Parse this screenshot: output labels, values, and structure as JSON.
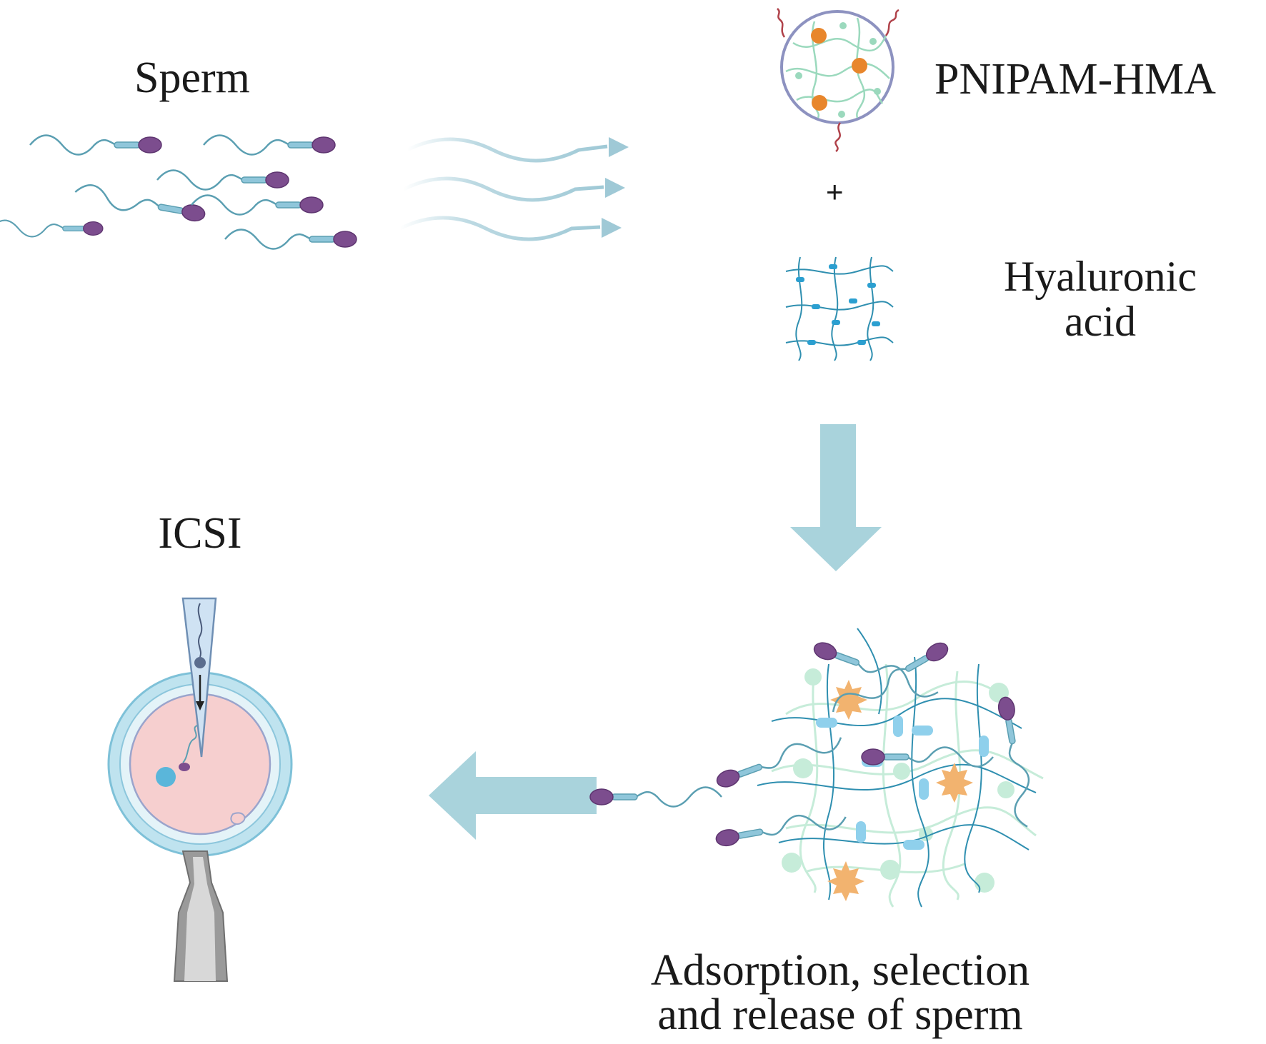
{
  "labels": {
    "sperm": "Sperm",
    "polymer": "PNIPAM-HMA",
    "plus": "+",
    "hyaluronic_line1": "Hyaluronic",
    "hyaluronic_line2": "acid",
    "icsi": "ICSI",
    "result_line1": "Adsorption, selection",
    "result_line2": "and release of sperm"
  },
  "colors": {
    "sperm_head": "#7c4d8e",
    "sperm_tail": "#5b9fb2",
    "sperm_midpiece": "#8fc6da",
    "flow_arrow": "#9fc9d6",
    "big_arrow": "#a9d3dc",
    "polymer_ring": "#8d92c0",
    "polymer_network": "#9bd9bd",
    "polymer_dot": "#e8862c",
    "polymer_tail": "#b0424a",
    "hyaluronic_line": "#2f8fb0",
    "hyaluronic_bead": "#2b9fd0",
    "orange_star": "#f2b36f",
    "green_node": "#c6ecd9",
    "egg_outer": "#bfe3ef",
    "egg_inner": "#f6cfcf",
    "pipette": "#cfe2f3",
    "holder": "#9a9a9a"
  },
  "icons": [
    "sperm-icon",
    "flow-arrow-icon",
    "polymer-particle-icon",
    "hyaluronic-network-icon",
    "down-arrow-icon",
    "left-arrow-icon",
    "egg-cell-icon",
    "injection-pipette-icon",
    "holding-pipette-icon",
    "hydrogel-network-icon"
  ]
}
